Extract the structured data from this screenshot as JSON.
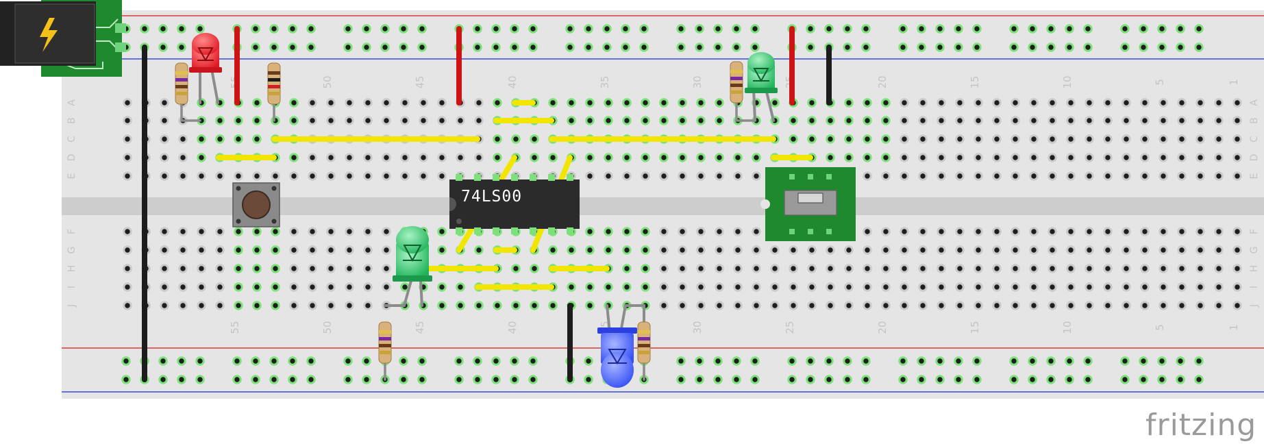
{
  "breadboard": {
    "column_numbers": [
      "55",
      "50",
      "45",
      "40",
      "35",
      "30",
      "25",
      "20",
      "15",
      "10",
      "5",
      "1"
    ],
    "row_letters_top": [
      "A",
      "B",
      "C",
      "D",
      "E"
    ],
    "row_letters_bottom": [
      "F",
      "G",
      "H",
      "I",
      "J"
    ]
  },
  "ic": {
    "label": "74LS00"
  },
  "watermark": "fritzing",
  "colors": {
    "board": "#e4e4e4",
    "channel": "#cdcdcd",
    "rail_red": "#d83a3a",
    "rail_blue": "#3a4ad8",
    "wire_yellow": "#f2e600",
    "wire_red": "#cc1414",
    "wire_black": "#1c1c1c",
    "pcb_green": "#1f8a2d",
    "led_red": "#e8202a",
    "led_green": "#2fc56a",
    "led_blue": "#4a64ff"
  }
}
